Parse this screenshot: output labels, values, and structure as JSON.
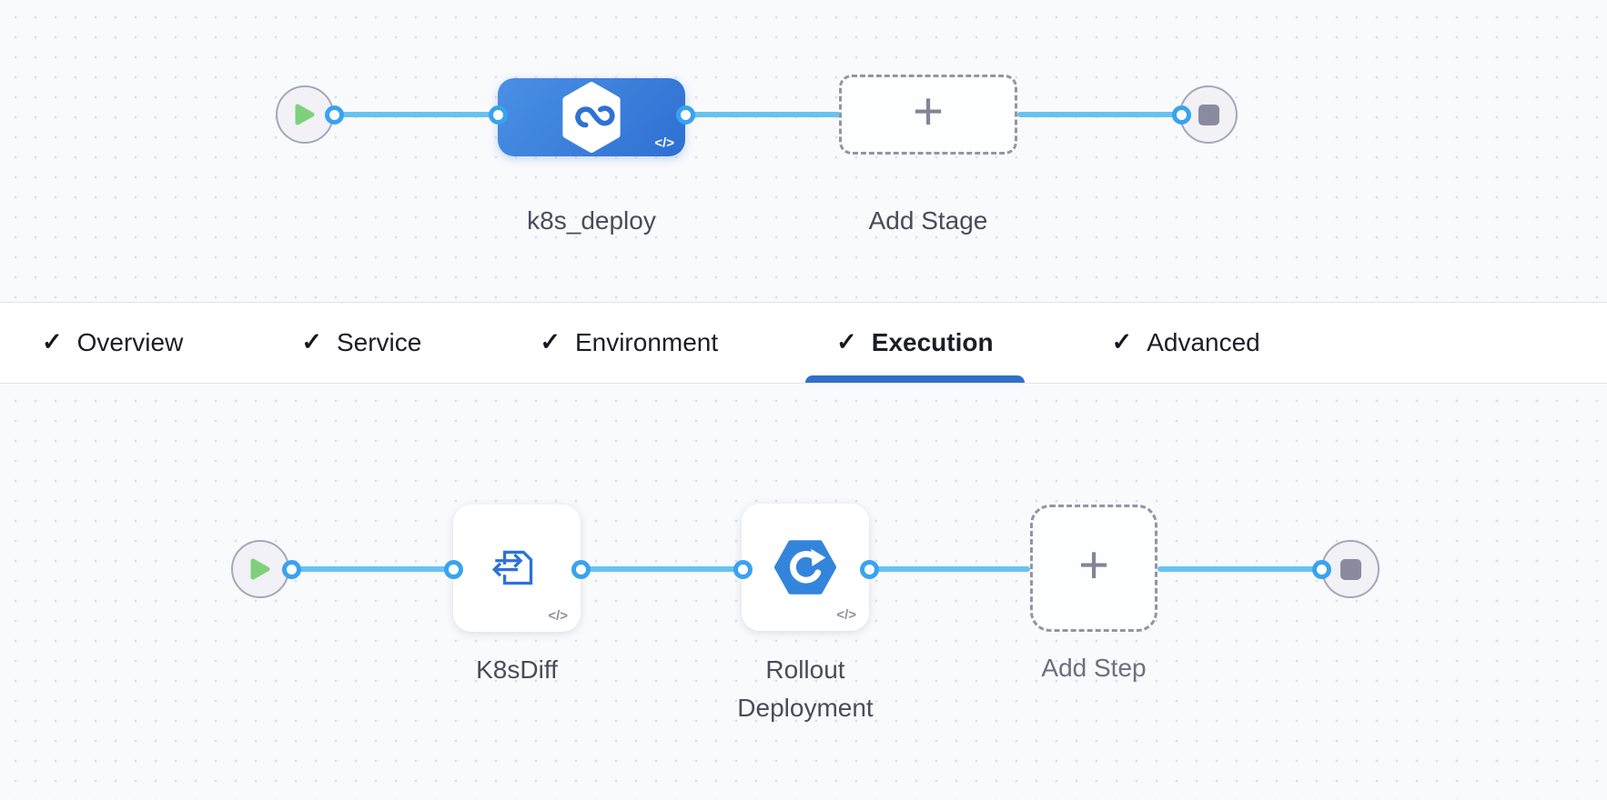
{
  "glyphs": {
    "check": "✓",
    "plus": "+",
    "code": "</>"
  },
  "colors": {
    "canvas_bg": "#f9fafc",
    "grid_dot": "#dfdfe7",
    "link_line": "#68c2f1",
    "connector_ring": "#38a3ef",
    "stage_blue_start": "#4a90e4",
    "stage_blue_end": "#2e70d2",
    "icon_blue": "#2d72d8",
    "rollout_hexagon_blue": "#3385db",
    "active_tab_underline": "#3070c8",
    "play_green": "#7fd07d",
    "stop_gray": "#8b8ba0",
    "dashed_border": "#9494a6",
    "label_dark": "#4b4b5c",
    "label_gray": "#6e6e80",
    "tab_text": "#1d1d28"
  },
  "stage_pipeline": {
    "stage": {
      "label": "k8s_deploy"
    },
    "add_stage": {
      "label": "Add Stage"
    }
  },
  "tabs": {
    "items": [
      {
        "label": "Overview",
        "checked": true,
        "active": false
      },
      {
        "label": "Service",
        "checked": true,
        "active": false
      },
      {
        "label": "Environment",
        "checked": true,
        "active": false
      },
      {
        "label": "Execution",
        "checked": true,
        "active": true
      },
      {
        "label": "Advanced",
        "checked": true,
        "active": false
      }
    ]
  },
  "execution_pipeline": {
    "steps": [
      {
        "label": "K8sDiff"
      },
      {
        "label": "Rollout Deployment"
      }
    ],
    "add_step": {
      "label": "Add Step"
    }
  }
}
